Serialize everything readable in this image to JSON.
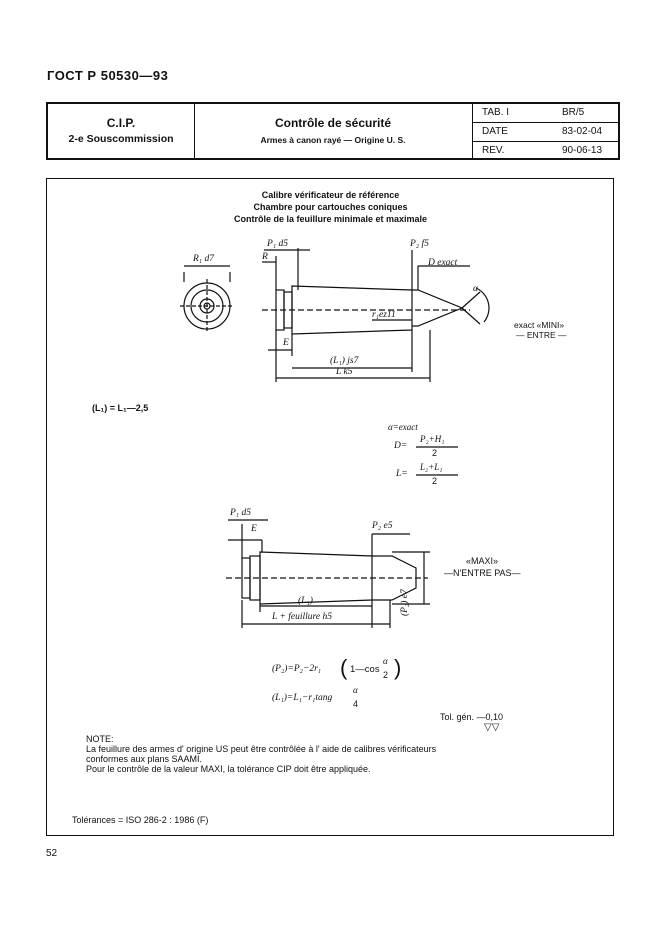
{
  "header": {
    "standard": "ГОСТ Р  50530—93",
    "org_title": "C.I.P.",
    "org_sub": "2-e Souscommission",
    "main_title": "Contrôle de sécurité",
    "main_sub": "Armes à canon rayé — Origine U. S.",
    "tab_label": "TAB. I",
    "tab_value": "BR/5",
    "date_label": "DATE",
    "date_value": "83-02-04",
    "rev_label": "REV.",
    "rev_value": "90-06-13"
  },
  "title_lines": [
    "Calibre vérificateur de référence",
    "Chambre pour cartouches coniques",
    "Contrôle de la feuillure minimale et maximale"
  ],
  "drawing1": {
    "r1d7": "R₁ d7",
    "r": "R",
    "p1d5": "P₁ d5",
    "p2f5": "P₂ f5",
    "dexact": "D exact",
    "alpha": "α",
    "r1ez11": "r₁ez11",
    "e": "E",
    "l1js7": "(L₁) js7",
    "lk5": "L k5",
    "mini": "exact «MINI»",
    "entre": "— ENTRE —"
  },
  "formulas": {
    "l1": "(L₁) = L₁—2,5",
    "alpha_exact": "α=exact",
    "d_lhs": "D=",
    "d_num": "P₂+H₁",
    "d_den": "2",
    "l_lhs": "L=",
    "l_num": "L₂+L₁",
    "l_den": "2"
  },
  "drawing2": {
    "p1d5": "P₁ d5",
    "e": "E",
    "p2e5": "P₂ e5",
    "l1": "(L₁)",
    "lfeuillure": "L + feuillure h5",
    "p2e7": "(P₂) e7",
    "maxi": "«MAXI»",
    "nentre": "—N'ENTRE PAS—"
  },
  "formulas2": {
    "f1_left": "(P₂)=P₂−2r₁",
    "f1_paren": "1—cos",
    "f1_num": "α",
    "f1_den": "2",
    "f2_left": "(L₁)=L₁−r₁tang",
    "f2_num": "α",
    "f2_den": "4"
  },
  "tolerance_general": "Tol. gén. —0,10",
  "tolerance_marks": "▽▽",
  "note": {
    "heading": "NOTE:",
    "line1": "La feuillure des armes d' origine US peut être contrôlée à l' aide de calibres vérificateurs",
    "line2": "conformes   aux   plans   SAAMI.",
    "line3": "Pour le contrôle de la valeur MAXI, la tolérance CIP doit être appliquée."
  },
  "tolerances": "Tolérances = ISO 286-2 : 1986 (F)",
  "page_number": "52"
}
